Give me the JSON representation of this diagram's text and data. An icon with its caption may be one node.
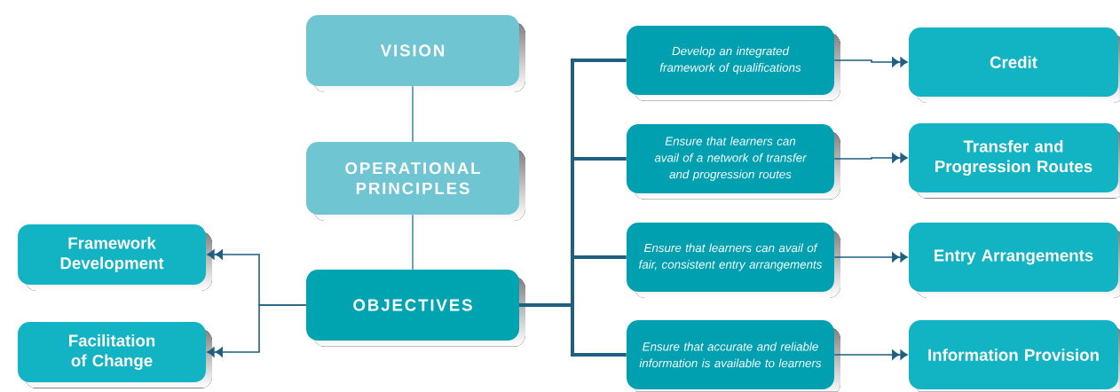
{
  "diagram": {
    "nodes": [
      {
        "text": [
          "VISION"
        ]
      },
      {
        "text": [
          "OPERATIONAL PRINCIPLES"
        ]
      },
      {
        "text": [
          "Framework Development"
        ]
      },
      {
        "text": [
          "Facilitation of Change"
        ]
      },
      {
        "text": [
          "OBJECTIVES"
        ]
      },
      {
        "text": [
          "Develop an integrated framework of qualifications"
        ]
      },
      {
        "text": [
          "Credit"
        ]
      },
      {
        "text": [
          "Ensure that learners can avail of a network of transfer and progression routes"
        ]
      },
      {
        "text": [
          "Transfer and Progression Routes"
        ]
      },
      {
        "text": [
          "Ensure that learners can avail of fair, consistent entry arrangements"
        ]
      },
      {
        "text": [
          "Entry Arrangements"
        ]
      },
      {
        "text": [
          "Ensure that accurate and reliable information is available to learners"
        ]
      },
      {
        "text": [
          "Information Provision"
        ]
      }
    ],
    "edges": [
      {
        "from": 0,
        "to": 1,
        "arrow": "none",
        "color": "#4a8ba3"
      },
      {
        "from": 1,
        "to": 4,
        "arrow": "none",
        "color": "#4a8ba3"
      },
      {
        "from": 4,
        "to": 2,
        "arrow": "to"
      },
      {
        "from": 4,
        "to": 3,
        "arrow": "to"
      },
      {
        "from": 4,
        "to": 5,
        "arrow": "none",
        "style": "thick"
      },
      {
        "from": 4,
        "to": 7,
        "arrow": "none",
        "style": "thick"
      },
      {
        "from": 4,
        "to": 9,
        "arrow": "none",
        "style": "thick"
      },
      {
        "from": 4,
        "to": 11,
        "arrow": "none",
        "style": "thick"
      },
      {
        "from": 5,
        "to": 6,
        "arrow": "to"
      },
      {
        "from": 7,
        "to": 8,
        "arrow": "to"
      },
      {
        "from": 9,
        "to": 10,
        "arrow": "to"
      },
      {
        "from": 11,
        "to": 12,
        "arrow": "to"
      }
    ]
  }
}
